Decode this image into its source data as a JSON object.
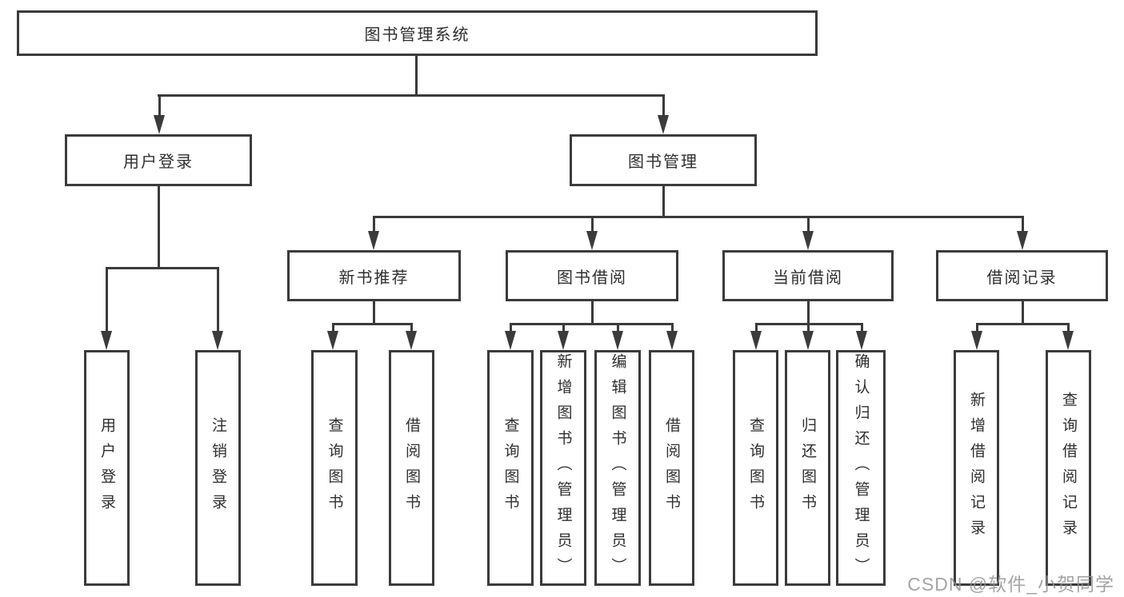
{
  "diagram": {
    "type": "functional-structure-tree",
    "colors": {
      "background": "#ffffff",
      "line": "#3b3b3b",
      "text": "#2f2f2f",
      "watermark": "#949494"
    },
    "tree": {
      "label": "图书管理系统",
      "children": [
        {
          "label": "用户登录",
          "children": [
            {
              "label": "用户登录"
            },
            {
              "label": "注销登录"
            }
          ]
        },
        {
          "label": "图书管理",
          "children": [
            {
              "label": "新书推荐",
              "children": [
                {
                  "label": "查询图书"
                },
                {
                  "label": "借阅图书"
                }
              ]
            },
            {
              "label": "图书借阅",
              "children": [
                {
                  "label": "查询图书"
                },
                {
                  "label": "新增图书（管理员）"
                },
                {
                  "label": "编辑图书（管理员）"
                },
                {
                  "label": "借阅图书"
                }
              ]
            },
            {
              "label": "当前借阅",
              "children": [
                {
                  "label": "查询图书"
                },
                {
                  "label": "归还图书"
                },
                {
                  "label": "确认归还（管理员）"
                }
              ]
            },
            {
              "label": "借阅记录",
              "children": [
                {
                  "label": "新增借阅记录"
                },
                {
                  "label": "查询借阅记录"
                }
              ]
            }
          ]
        }
      ]
    },
    "watermark": {
      "text": "CSDN @软件_小贺同学"
    }
  }
}
